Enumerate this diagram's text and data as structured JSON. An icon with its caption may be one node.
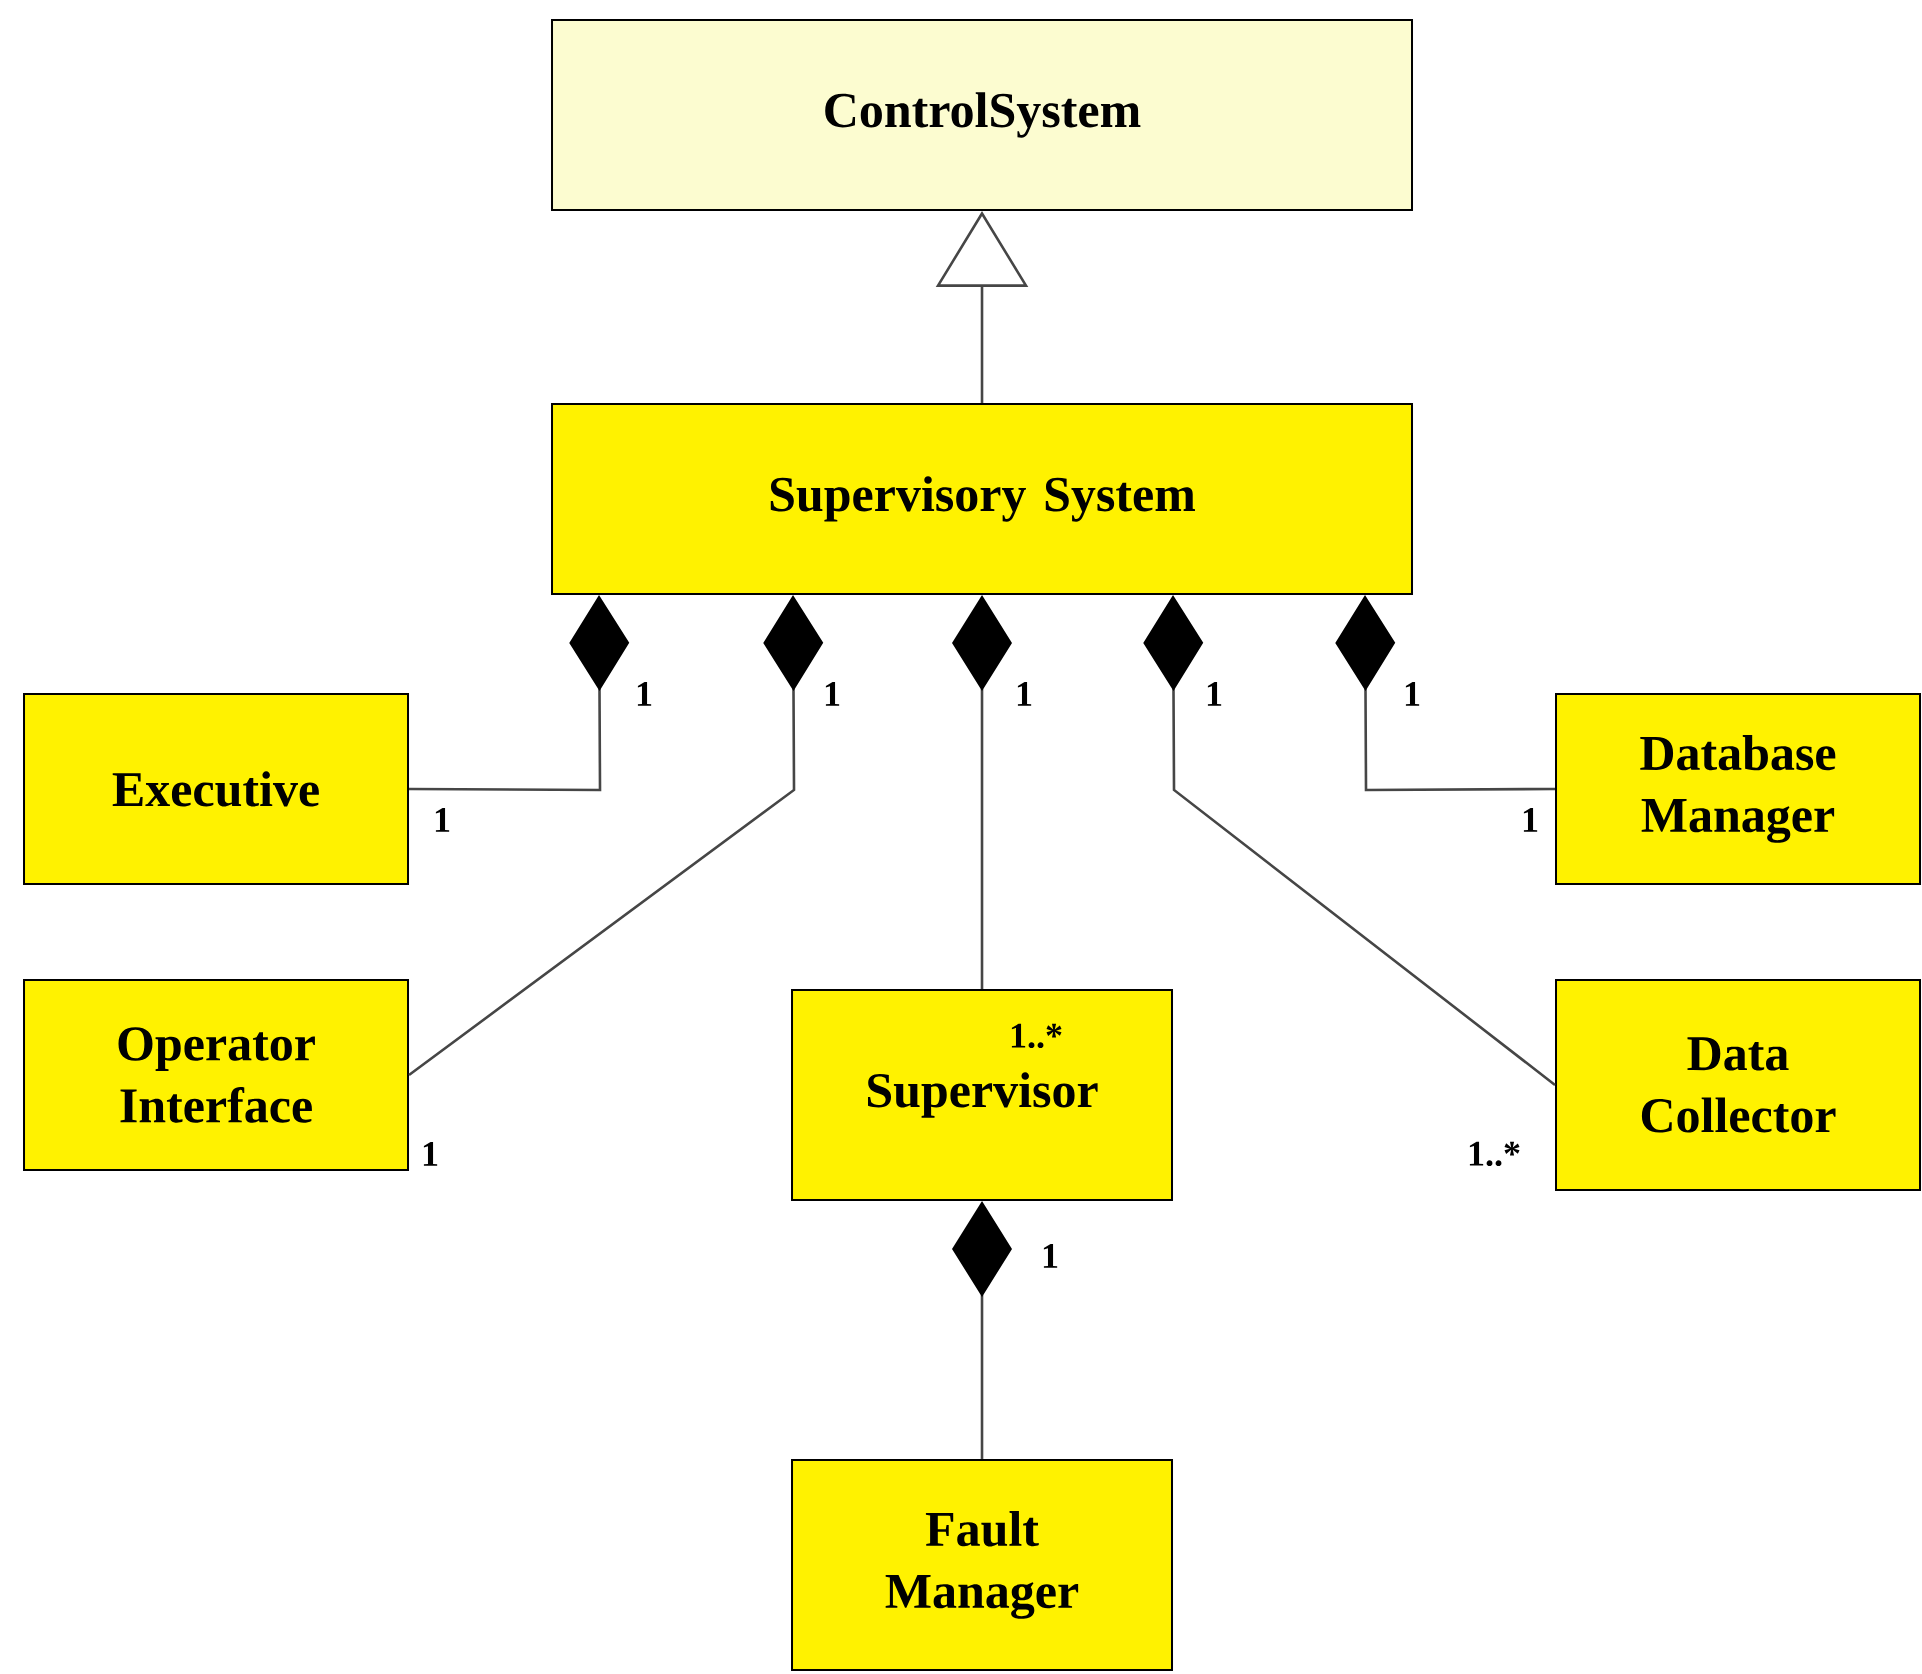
{
  "diagram": {
    "nodes": [
      {
        "text": [
          "ControlSystem"
        ]
      },
      {
        "text": [
          "Supervisory System"
        ]
      },
      {
        "text": [
          "Executive"
        ]
      },
      {
        "text": [
          "Database Manager"
        ]
      },
      {
        "text": [
          "Operator Interface"
        ]
      },
      {
        "text": [
          "Supervisor"
        ]
      },
      {
        "text": [
          "Data Collector"
        ]
      },
      {
        "text": [
          "Fault Manager"
        ]
      }
    ],
    "edges": [
      {
        "from": 1,
        "to": 0,
        "arrow": "to"
      },
      {
        "from": 1,
        "to": 2,
        "arrow": "other"
      },
      {
        "from": 1,
        "to": 4,
        "arrow": "other"
      },
      {
        "from": 1,
        "to": 5,
        "arrow": "other"
      },
      {
        "from": 1,
        "to": 6,
        "arrow": "other"
      },
      {
        "from": 1,
        "to": 3,
        "arrow": "other"
      },
      {
        "from": 5,
        "to": 7,
        "arrow": "other"
      }
    ],
    "labels": [
      "1",
      "1",
      "1",
      "1",
      "1",
      "1",
      "1",
      "1..*",
      "1",
      "1..*",
      "1"
    ]
  }
}
